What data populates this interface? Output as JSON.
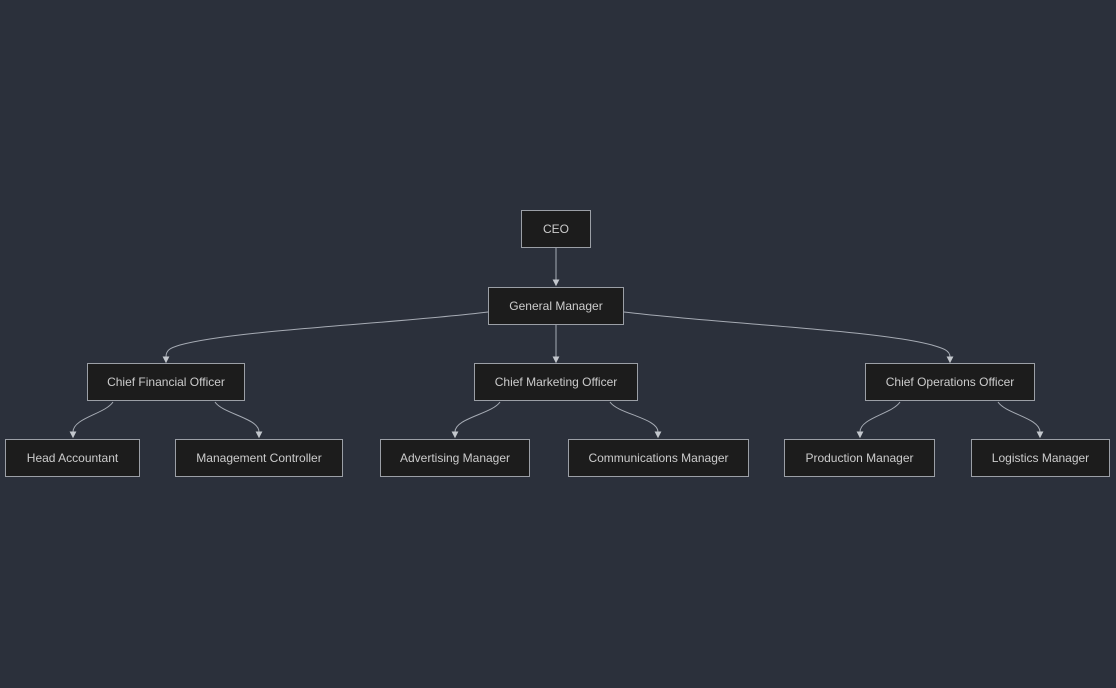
{
  "diagram": {
    "type": "org-chart-flowchart",
    "direction": "top-down",
    "nodes": {
      "ceo": {
        "label": "CEO"
      },
      "general_manager": {
        "label": "General Manager"
      },
      "cfo": {
        "label": "Chief Financial Officer"
      },
      "cmo": {
        "label": "Chief Marketing Officer"
      },
      "coo": {
        "label": "Chief Operations Officer"
      },
      "head_accountant": {
        "label": "Head Accountant"
      },
      "management_controller": {
        "label": "Management Controller"
      },
      "advertising_manager": {
        "label": "Advertising Manager"
      },
      "communications_manager": {
        "label": "Communications Manager"
      },
      "production_manager": {
        "label": "Production Manager"
      },
      "logistics_manager": {
        "label": "Logistics Manager"
      }
    },
    "edges": [
      {
        "from": "CEO",
        "to": "General Manager"
      },
      {
        "from": "General Manager",
        "to": "Chief Financial Officer"
      },
      {
        "from": "General Manager",
        "to": "Chief Marketing Officer"
      },
      {
        "from": "General Manager",
        "to": "Chief Operations Officer"
      },
      {
        "from": "Chief Financial Officer",
        "to": "Head Accountant"
      },
      {
        "from": "Chief Financial Officer",
        "to": "Management Controller"
      },
      {
        "from": "Chief Marketing Officer",
        "to": "Advertising Manager"
      },
      {
        "from": "Chief Marketing Officer",
        "to": "Communications Manager"
      },
      {
        "from": "Chief Operations Officer",
        "to": "Production Manager"
      },
      {
        "from": "Chief Operations Officer",
        "to": "Logistics Manager"
      }
    ],
    "colors": {
      "background": "#2b303b",
      "node_fill": "#1c1c1c",
      "node_border": "#9b9fa6",
      "node_text": "#cccccc",
      "edge": "#a6abb4",
      "edge_arrow": "#c3c7cd"
    }
  }
}
